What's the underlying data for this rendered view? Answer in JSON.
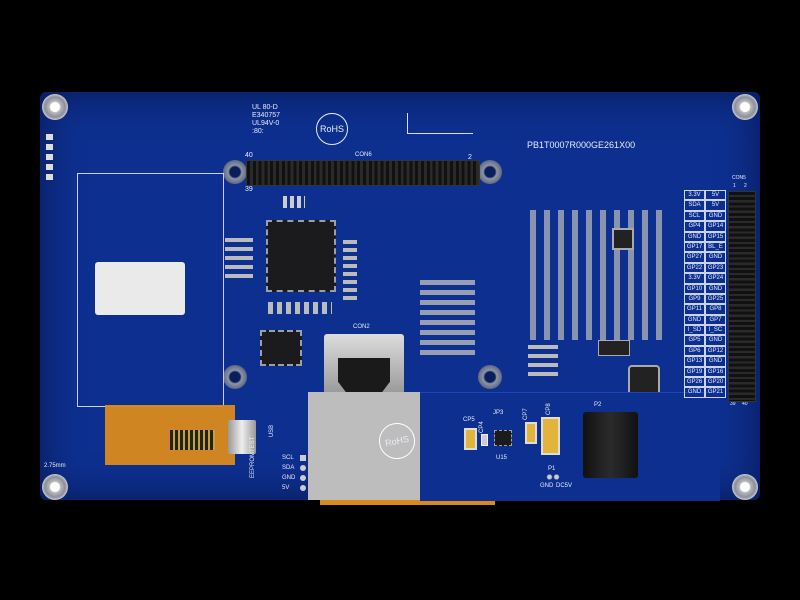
{
  "board": {
    "part_number": "PB1T0007R000GE261X00",
    "ul_marking": [
      "UL 80-D",
      "E340757",
      "UL94V-0",
      ":80:"
    ],
    "rohs_logo": "RoHS",
    "header_label": "CON6",
    "header_pin_first": "40",
    "header_pin_second": "39",
    "header_pin_end": "2",
    "hdmi_label": "CON2",
    "usb_label": "USB",
    "eeprom_label": "EEPROMTEST",
    "eeprom_pins": [
      "SCL",
      "SDA",
      "GND",
      "5V"
    ],
    "thickness_label": "2.75mm",
    "gpio_header_label": "CON5",
    "gpio_pin_top": [
      "1",
      "2"
    ],
    "gpio_pin_bottom": [
      "39",
      "40"
    ],
    "gpio_pins": [
      [
        "3.3V",
        "5V"
      ],
      [
        "SDA",
        "5V"
      ],
      [
        "SCL",
        "GND"
      ],
      [
        "GP4",
        "GP14"
      ],
      [
        "GND",
        "GP15"
      ],
      [
        "GP17",
        "BL_E"
      ],
      [
        "GP27",
        "GND"
      ],
      [
        "GP22",
        "GP23"
      ],
      [
        "3.3V",
        "GP24"
      ],
      [
        "GP10",
        "GND"
      ],
      [
        "GP9",
        "GP25"
      ],
      [
        "GP11",
        "GP8"
      ],
      [
        "GND",
        "GP7"
      ],
      [
        "I_SD",
        "I_SC"
      ],
      [
        "GP5",
        "GND"
      ],
      [
        "GP6",
        "GP12"
      ],
      [
        "GP13",
        "GND"
      ],
      [
        "GP19",
        "GP16"
      ],
      [
        "GP26",
        "GP20"
      ],
      [
        "GND",
        "GP21"
      ]
    ],
    "power_labels": {
      "p1": "P1",
      "gnd": "GND",
      "dc5v": "DC5V",
      "p2": "P2",
      "u15": "U15",
      "jp3": "JP3",
      "cp5": "CP5",
      "cp4": "CP4",
      "cp7": "CP7",
      "cp8": "CP8"
    },
    "fpc_marking": "RoHS",
    "colors": {
      "pcb": "#0d2f8f",
      "fpc": "#d98a1c",
      "silkscreen": "#e8ecf8"
    }
  }
}
